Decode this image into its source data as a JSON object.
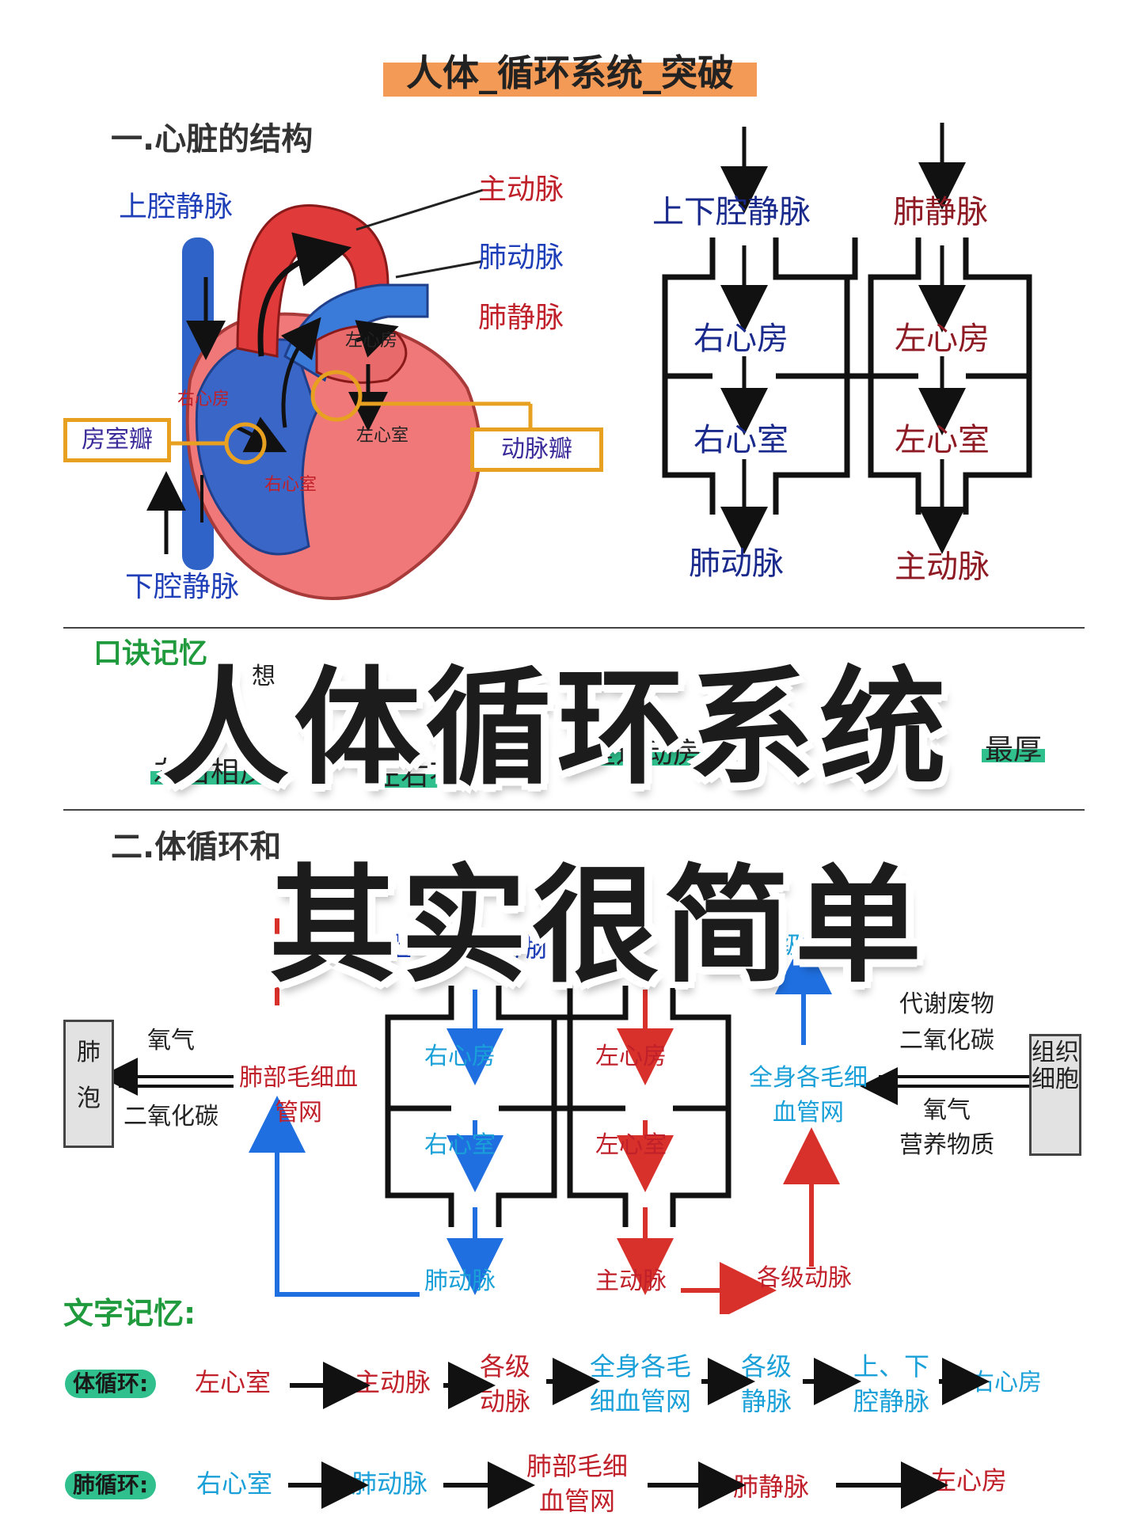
{
  "title": "人体_循环系统_突破",
  "section1": {
    "heading": "一.心脏的结构",
    "labels": {
      "svc": "上腔静脉",
      "ivc": "下腔静脉",
      "aorta": "主动脉",
      "pa": "肺动脉",
      "pv": "肺静脉",
      "av_valve": "房室瓣",
      "art_valve": "动脉瓣",
      "la": "左心房",
      "lv": "左心室",
      "ra": "右心房",
      "rv": "右心室"
    }
  },
  "schematic1": {
    "in_left": "上下腔静脉",
    "in_right": "肺静脉",
    "ra": "右心房",
    "la": "左心房",
    "rv": "右心室",
    "lv": "左心室",
    "out_left": "肺动脉",
    "out_right": "主动脉"
  },
  "mnemonic": {
    "heading": "口诀记忆",
    "item1": "左右相反",
    "item2": "左右不通",
    "item3": "室连动房连",
    "item4": "最厚",
    "partial": "想"
  },
  "overlay": {
    "line1": "人体循环系统",
    "line2": "其实很简单"
  },
  "section2": {
    "heading": "二.体循环和",
    "alveoli": "肺泡",
    "oxygen_l": "氧气",
    "co2_l": "二氧化碳",
    "lung_cap": "肺部毛细血管网",
    "ra": "右心房",
    "la": "左心房",
    "rv": "右心室",
    "lv": "左心室",
    "pa": "肺动脉",
    "aorta": "主动脉",
    "arteries": "各级动脉",
    "body_cap": "全身各毛细血管网",
    "waste": "代谢废物",
    "co2_r": "二氧化碳",
    "oxygen_r": "氧气",
    "nutrients": "营养物质",
    "tissue": "组织细胞",
    "top_partial_1": "上",
    "top_partial_2": "静脉",
    "top_partial_3": "级"
  },
  "text_memory": {
    "heading": "文字记忆:",
    "systemic": {
      "label": "体循环:",
      "steps": [
        "左心室",
        "主动脉",
        "各级动脉",
        "全身各毛细血管网",
        "各级静脉",
        "上、下腔静脉",
        "右心房"
      ]
    },
    "pulmonary": {
      "label": "肺循环:",
      "steps": [
        "右心室",
        "肺动脉",
        "肺部毛细血管网",
        "肺静脉",
        "左心房"
      ]
    }
  },
  "colors": {
    "banner": "#f39a56",
    "highlight": "#2fc08e",
    "valve_box": "#e8a020",
    "venous_blue": "#1f6fe0",
    "arterial_red": "#d8302a"
  }
}
